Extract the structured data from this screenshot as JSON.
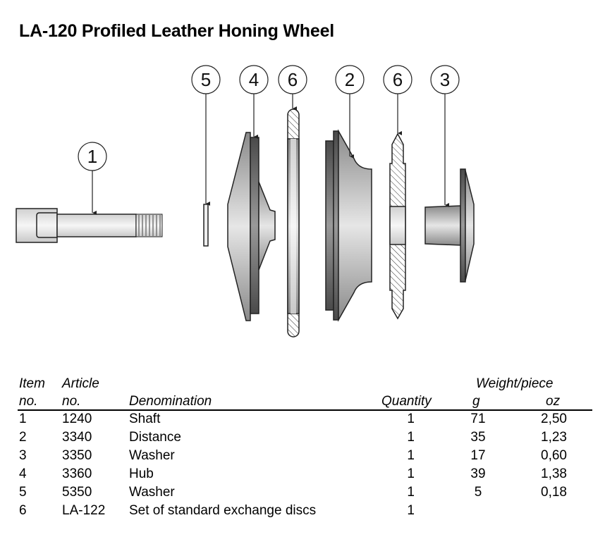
{
  "title": "LA-120 Profiled Leather Honing Wheel",
  "diagram": {
    "callouts": [
      "1",
      "5",
      "4",
      "6",
      "2",
      "6",
      "3"
    ]
  },
  "table": {
    "headers": {
      "item_line1": "Item",
      "item_line2": "no.",
      "article_line1": "Article",
      "article_line2": "no.",
      "denomination": "Denomination",
      "quantity": "Quantity",
      "weight": "Weight/piece",
      "g": "g",
      "oz": "oz"
    },
    "rows": [
      {
        "item": "1",
        "article": "1240",
        "denomination": "Shaft",
        "quantity": "1",
        "g": "71",
        "oz": "2,50"
      },
      {
        "item": "2",
        "article": "3340",
        "denomination": "Distance",
        "quantity": "1",
        "g": "35",
        "oz": "1,23"
      },
      {
        "item": "3",
        "article": "3350",
        "denomination": "Washer",
        "quantity": "1",
        "g": "17",
        "oz": "0,60"
      },
      {
        "item": "4",
        "article": "3360",
        "denomination": "Hub",
        "quantity": "1",
        "g": "39",
        "oz": "1,38"
      },
      {
        "item": "5",
        "article": "5350",
        "denomination": "Washer",
        "quantity": "1",
        "g": "5",
        "oz": "0,18"
      },
      {
        "item": "6",
        "article": "LA-122",
        "denomination": "Set of standard exchange discs",
        "quantity": "1",
        "g": "",
        "oz": ""
      }
    ]
  }
}
